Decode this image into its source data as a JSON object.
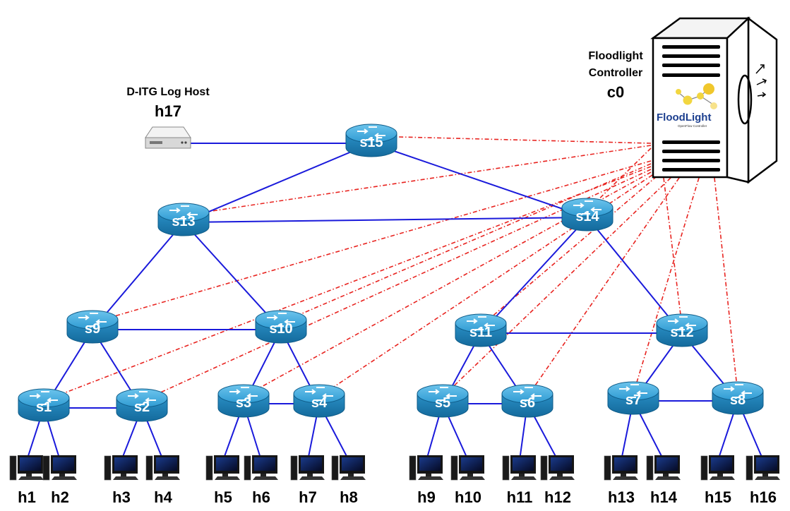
{
  "controller": {
    "title_line1": "Floodlight",
    "title_line2": "Controller",
    "id": "c0",
    "logo_text": "FloodLight",
    "logo_subtext": "OpenFlow Controller"
  },
  "log_host": {
    "title": "D-ITG Log Host",
    "id": "h17"
  },
  "switches": [
    "s1",
    "s2",
    "s3",
    "s4",
    "s5",
    "s6",
    "s7",
    "s8",
    "s9",
    "s10",
    "s11",
    "s12",
    "s13",
    "s14",
    "s15"
  ],
  "hosts": [
    "h1",
    "h2",
    "h3",
    "h4",
    "h5",
    "h6",
    "h7",
    "h8",
    "h9",
    "h10",
    "h11",
    "h12",
    "h13",
    "h14",
    "h15",
    "h16"
  ],
  "data_links": [
    [
      "h17",
      "s15"
    ],
    [
      "s15",
      "s13"
    ],
    [
      "s15",
      "s14"
    ],
    [
      "s13",
      "s14"
    ],
    [
      "s13",
      "s9"
    ],
    [
      "s13",
      "s10"
    ],
    [
      "s14",
      "s11"
    ],
    [
      "s14",
      "s12"
    ],
    [
      "s9",
      "s10"
    ],
    [
      "s11",
      "s12"
    ],
    [
      "s9",
      "s1"
    ],
    [
      "s9",
      "s2"
    ],
    [
      "s10",
      "s3"
    ],
    [
      "s10",
      "s4"
    ],
    [
      "s11",
      "s5"
    ],
    [
      "s11",
      "s6"
    ],
    [
      "s12",
      "s7"
    ],
    [
      "s12",
      "s8"
    ],
    [
      "s1",
      "s2"
    ],
    [
      "s3",
      "s4"
    ],
    [
      "s5",
      "s6"
    ],
    [
      "s7",
      "s8"
    ],
    [
      "s1",
      "h1"
    ],
    [
      "s1",
      "h2"
    ],
    [
      "s2",
      "h3"
    ],
    [
      "s2",
      "h4"
    ],
    [
      "s3",
      "h5"
    ],
    [
      "s3",
      "h6"
    ],
    [
      "s4",
      "h7"
    ],
    [
      "s4",
      "h8"
    ],
    [
      "s5",
      "h9"
    ],
    [
      "s5",
      "h10"
    ],
    [
      "s6",
      "h11"
    ],
    [
      "s6",
      "h12"
    ],
    [
      "s7",
      "h13"
    ],
    [
      "s7",
      "h14"
    ],
    [
      "s8",
      "h15"
    ],
    [
      "s8",
      "h16"
    ]
  ],
  "control_links": [
    "s15",
    "s13",
    "s14",
    "s9",
    "s10",
    "s11",
    "s12",
    "s1",
    "s2",
    "s3",
    "s4",
    "s5",
    "s6",
    "s7",
    "s8"
  ],
  "colors": {
    "data_link": "#1a1adb",
    "control_link": "#e8231f",
    "switch_top": "#3aa6d8",
    "switch_side": "#1d7fb5"
  }
}
